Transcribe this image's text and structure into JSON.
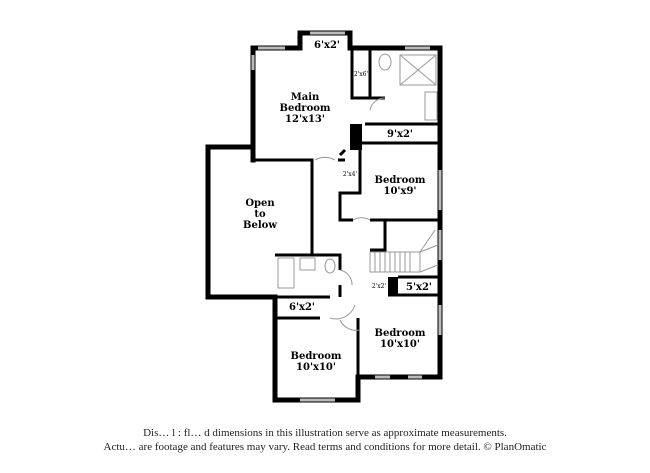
{
  "rooms": {
    "main_bedroom": {
      "name_line1": "Main",
      "name_line2": "Bedroom",
      "size": "12'x13'"
    },
    "open_to_below": {
      "line1": "Open",
      "line2": "to",
      "line3": "Below"
    },
    "bedroom_upper_right": {
      "name": "Bedroom",
      "size": "10'x9'"
    },
    "bedroom_lower_right": {
      "name": "Bedroom",
      "size": "10'x10'"
    },
    "bedroom_lower_left": {
      "name": "Bedroom",
      "size": "10'x10'"
    }
  },
  "closets": {
    "top_bump": "6'x2'",
    "main_closet": "2'x6'",
    "nine_by_two": "9'x2'",
    "two_by_four": "2'x4'",
    "two_by_two": "2'x2'",
    "five_by_two": "5'x2'",
    "six_by_two_lower": "6'x2'"
  },
  "disclaimer": {
    "line1": "Dis…  l : fl…  d dimensions in this illustration serve as approximate measurements.",
    "line2": "Actu…  are footage and features may vary. Read terms and conditions for more detail. © PlanOmatic"
  }
}
